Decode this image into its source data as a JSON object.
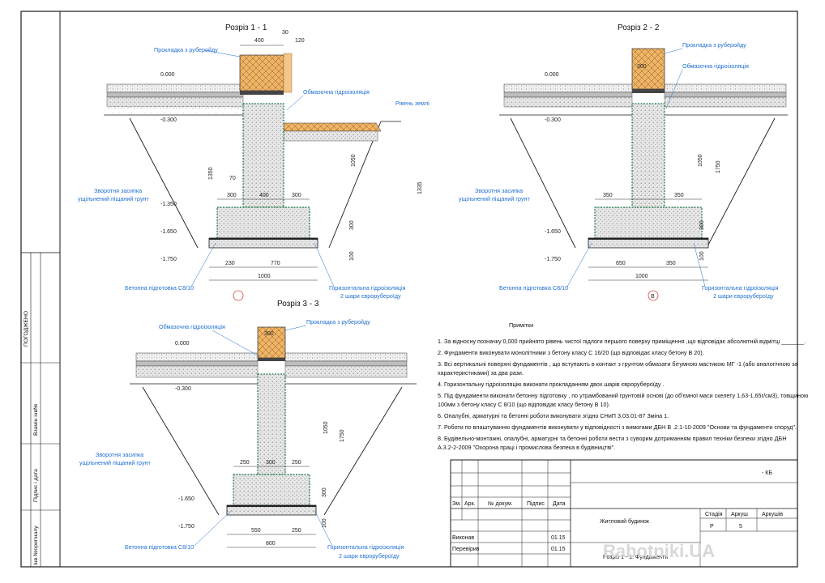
{
  "sections": [
    {
      "title": "Розріз 1 - 1",
      "labels": [
        "Прокладка з руберойду",
        "Обмазочна гідроізоляція",
        "Рівень землі",
        "Зворотня засипка",
        "ущільнений піщаний грунт",
        "Бетонна підготовка С8/10",
        "Горизонтальна гідроізоляція",
        "2 шари єврорубероїду"
      ],
      "levels": [
        "0.000",
        "-0.300",
        "-1.350",
        "-1.650",
        "-1.750"
      ],
      "dims": [
        "400",
        "30",
        "120",
        "70",
        "300",
        "400",
        "300",
        "1350",
        "1050",
        "1335",
        "300",
        "100",
        "230",
        "770",
        "1000"
      ]
    },
    {
      "title": "Розріз 2 - 2",
      "labels": [
        "Прокладка з руберойду",
        "Обмазочна гідроізоляція",
        "Зворотня засипка",
        "ущільнений піщаний грунт",
        "Бетонна підготовка С8/10",
        "Горизонтальна гідроізоляція",
        "2 шари єврорубероїду"
      ],
      "levels": [
        "0.000",
        "-0.300",
        "-1.650",
        "-1.750"
      ],
      "dims": [
        "300",
        "1050",
        "1750",
        "350",
        "350",
        "300",
        "100",
        "650",
        "350",
        "1000"
      ],
      "axis": "В"
    },
    {
      "title": "Розріз 3 - 3",
      "labels": [
        "Обмазочна гідроізоляція",
        "Прокладка з руберойду",
        "Зворотня засипка",
        "ущільнений піщаний грунт",
        "Бетонна підготовка С8/10",
        "Горизонтальна гідроізоляція",
        "2 шари єврорубероїду"
      ],
      "levels": [
        "0.000",
        "-0.300",
        "-1.650",
        "-1.750"
      ],
      "dims": [
        "300",
        "1050",
        "1750",
        "250",
        "300",
        "250",
        "300",
        "100",
        "550",
        "250",
        "800"
      ]
    }
  ],
  "notes": {
    "heading": "Примітки",
    "items": [
      "1.  За відносну позначку 0,000 прийнято рівень чистої  підлоги першого поверху приміщення ,що відповідає абсолютній відмітці _______.",
      "2.  Фундаменти виконувати монолітними з бетону класу С  16/20 (що відповідає класу бетону В 20).",
      "3.  Всі вертикальні поверхні фундаментів , що вступають в контакт з грунтом обмазати бітумною мастикою МГ -1 (або аналогічною за",
      "      характеристиками) за два рази.",
      "4.  Горизонтальну гідроізоляцію виконати прокладанням двох шарів єврорубероїду .",
      "5.  Під фундаменти виконати бетонну підготовку , по утрамбований грунтовій основі (до об'ємної маси скелету 1,63-1,65г/см3), товщиною",
      "      100мм з бетону класу С 8/10 (що відповідає класу бетону В 10).",
      "6.  Опалубні, арматурні та бетонні роботи виконувати згідно СНиП 3.03.01-87 Зміна 1.",
      "7.  Роботи по влаштуванню фундаментів виконувати у відповідності з вимогами ДБН В .2.1-10-2009 \"Основи та фундаменти споруд\".",
      "8.  Будівельно-монтажні, опалубні, арматурні та бетонні роботи вести з суворим дотриманням правил техніки безпеки згідно ДБН",
      "      А.3.2-2-2009 \"Охорона праці і промислова безпека в будівництві\"."
    ]
  },
  "stamp": {
    "code": "- КБ",
    "headers": [
      "Зм.",
      "Арк.",
      "№ докум.",
      "Підпис",
      "Дата"
    ],
    "rows": [
      {
        "role": "Виконав",
        "date": "01.15"
      },
      {
        "role": "Перевірив",
        "date": "01.15"
      }
    ],
    "project": "Житловий будинок",
    "sheet_title": "Розріз 1 - 1. Фундаменти",
    "stage_label": "Стадія",
    "sheet_label": "Аркуш",
    "sheets_label": "Аркушів",
    "stage": "Р",
    "sheet": "5",
    "watermark": "Rabotniki.UA"
  },
  "side_strip": [
    "ПОГОДЖЕНО",
    "Взамін інв№",
    "Підпис і дата",
    "Інв №оригіналу"
  ],
  "colors": {
    "line": "#1a1a1a",
    "callout": "#1f6fd0",
    "hydro": "#1f7a4a",
    "brick": "#e9a855",
    "fill": "#d9d9d9"
  }
}
